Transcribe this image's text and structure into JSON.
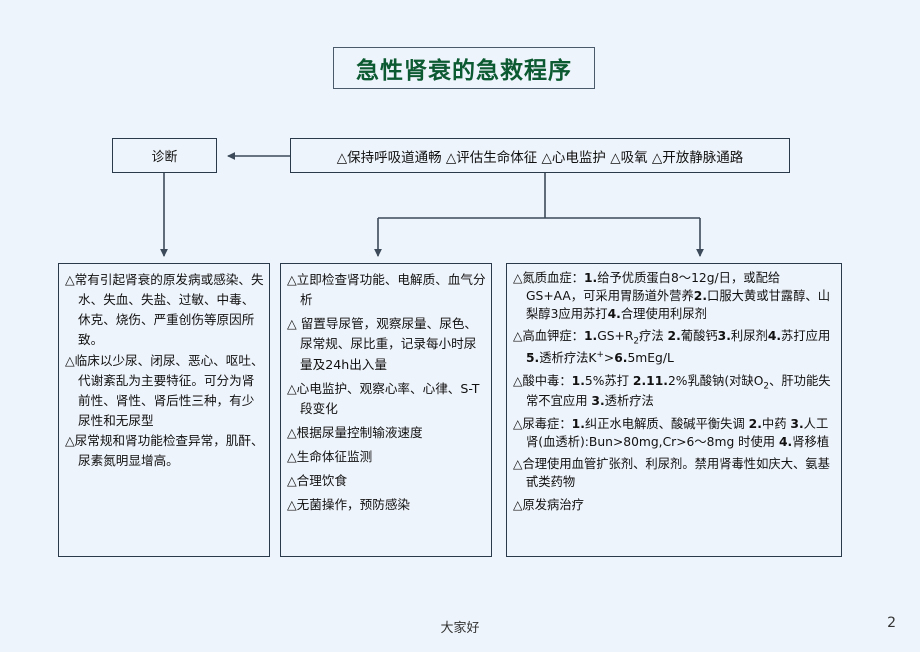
{
  "title": {
    "text": "急性肾衰的急救程序",
    "color": "#0c5a32"
  },
  "nodes": {
    "diagnosis": {
      "label": "诊断"
    },
    "first_aid": {
      "label": "△保持呼吸道通畅 △评估生命体征 △心电监护 △吸氧 △开放静脉通路"
    }
  },
  "panels": [
    {
      "name": "diagnosis-details",
      "items": [
        "△常有引起肾衰的原发病或感染、失水、失血、失盐、过敏、中毒、休克、烧伤、严重创伤等原因所致。",
        "△临床以少尿、闭尿、恶心、呕吐、代谢紊乱为主要特征。可分为肾前性、肾性、肾后性三种，有少尿性和无尿型",
        "△尿常规和肾功能检查异常，肌酐、尿素氮明显增高。"
      ]
    },
    {
      "name": "monitoring-measures",
      "items": [
        "△立即检查肾功能、电解质、血气分析",
        "△ 留置导尿管，观察尿量、尿色、尿常规、尿比重，记录每小时尿量及24h出入量",
        "△心电监护、观察心率、心律、S-T段变化",
        "△根据尿量控制输液速度",
        "△生命体征监测",
        "△合理饮食",
        "△无菌操作，预防感染"
      ]
    },
    {
      "name": "treatment-measures",
      "items": [
        "△氮质血症：1.给予优质蛋白8～12g/日，或配给GS+AA，可采用胃肠道外营养2.口服大黄或甘露醇、山梨醇3应用苏打4.合理使用利尿剂",
        "△高血钾症：1.GS+R₂疗法 2.葡酸钙3.利尿剂4.苏打应用5.透析疗法K⁺>6.5mEg/L",
        "△酸中毒：1.5%苏打 2.11.2%乳酸钠(对缺O₂、肝功能失常不宜应用 3.透析疗法",
        "△尿毒症：1.纠正水电解质、酸碱平衡失调 2.中药 3.人工肾(血透析):Bun>80mg,Cr>6～8mg 时使用 4.肾移植",
        "△合理使用血管扩张剂、利尿剂。禁用肾毒性如庆大、氨基甙类药物",
        "△原发病治疗"
      ]
    }
  ],
  "footer": {
    "center_text": "大家好",
    "page_number": "2"
  }
}
